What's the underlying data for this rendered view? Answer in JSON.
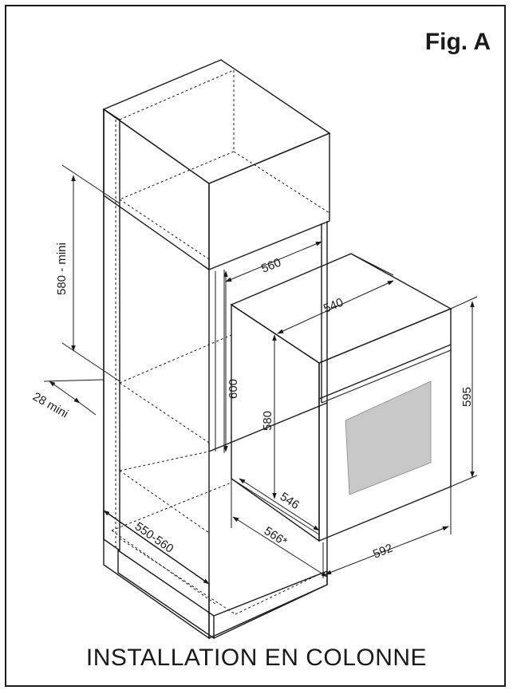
{
  "figure": {
    "label": "Fig. A",
    "caption": "INSTALLATION EN COLONNE"
  },
  "dimensions": {
    "column_height_min": "580 - mini",
    "gap_min": "28 mini",
    "cabinet_depth": "550-560",
    "niche_width": "560",
    "niche_height": "600",
    "oven_depth_top": "540",
    "oven_body_height": "580",
    "oven_body_depth": "546",
    "oven_total_depth": "566*",
    "oven_width": "592",
    "oven_height": "595"
  },
  "colors": {
    "line": "#1a1a1a",
    "oven_window": "#c8c8c8",
    "background": "#ffffff"
  }
}
